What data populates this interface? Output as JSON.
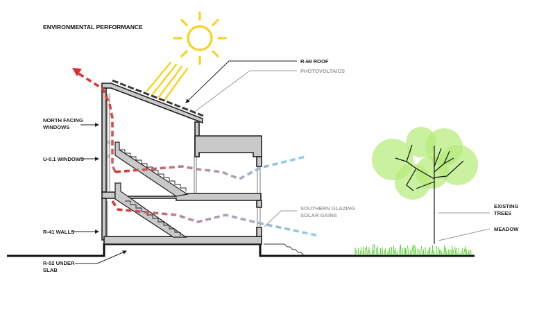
{
  "title": "ENVIRONMENTAL PERFORMANCE",
  "labels": {
    "r69_roof": "R-69 ROOF",
    "photovoltaics": "PHOTOVOLTAICS",
    "north_windows_1": "NORTH FACING",
    "north_windows_2": "WINDOWS",
    "u01_windows": "U-0.1 WINDOWS",
    "southern_glazing_1": "SOUTHERN GLAZING",
    "southern_glazing_2": "SOLAR GAINS",
    "r41_walls": "R-41 WALLS",
    "r52_slab_1": "R-52 UNDER",
    "r52_slab_2": "SLAB",
    "existing_trees_1": "EXISTING",
    "existing_trees_2": "TREES",
    "meadow": "MEADOW"
  },
  "colors": {
    "sun": "#f6d31f",
    "warm_air": "#d9302c",
    "cool_air": "#8dd3e8",
    "wall_fill": "#c9c9c9",
    "wall_stroke": "#1f1f1f",
    "canopy": "#b6ec7a",
    "meadow": "#58d030",
    "grey_label": "#9a9a9a"
  },
  "icons": {
    "sun": "sun-icon",
    "warm_air_arrow": "arrow-up-left-icon"
  }
}
